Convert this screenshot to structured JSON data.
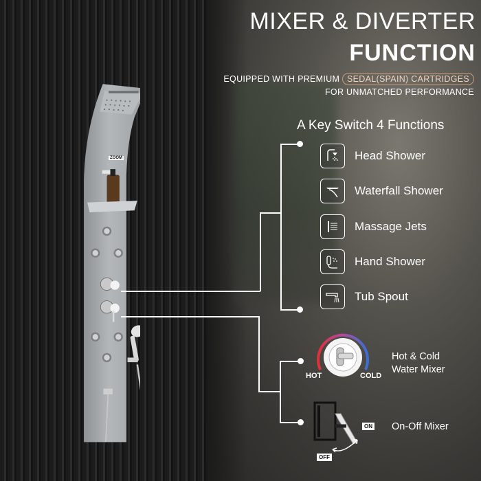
{
  "header": {
    "title_line1": "MIXER & DIVERTER",
    "title_line2": "FUNCTION",
    "subtitle_prefix": "EQUIPPED WITH PREMIUM",
    "subtitle_highlight": "SEDAL(SPAIN) CARTRIDGES",
    "subtitle_line2": "FOR UNMATCHED PERFORMANCE"
  },
  "key_switch": {
    "heading": "A Key Switch 4 Functions",
    "functions": [
      {
        "label": "Head Shower",
        "icon": "head-shower-icon"
      },
      {
        "label": "Waterfall Shower",
        "icon": "waterfall-icon"
      },
      {
        "label": "Massage Jets",
        "icon": "massage-jets-icon"
      },
      {
        "label": "Hand Shower",
        "icon": "hand-shower-icon"
      },
      {
        "label": "Tub Spout",
        "icon": "tub-spout-icon"
      }
    ]
  },
  "mixers": {
    "hot_cold": {
      "line1": "Hot & Cold",
      "line2": "Water Mixer",
      "hot_label": "HOT",
      "cold_label": "COLD"
    },
    "on_off": {
      "label": "On-Off Mixer",
      "off_label": "OFF",
      "on_label": "ON"
    }
  },
  "product": {
    "shelf_tag": "ZOOM"
  },
  "colors": {
    "accent_highlight": "#c89b7a",
    "hot": "#d8343a",
    "cold": "#3a6fd8",
    "panel": "#a9adb0"
  }
}
